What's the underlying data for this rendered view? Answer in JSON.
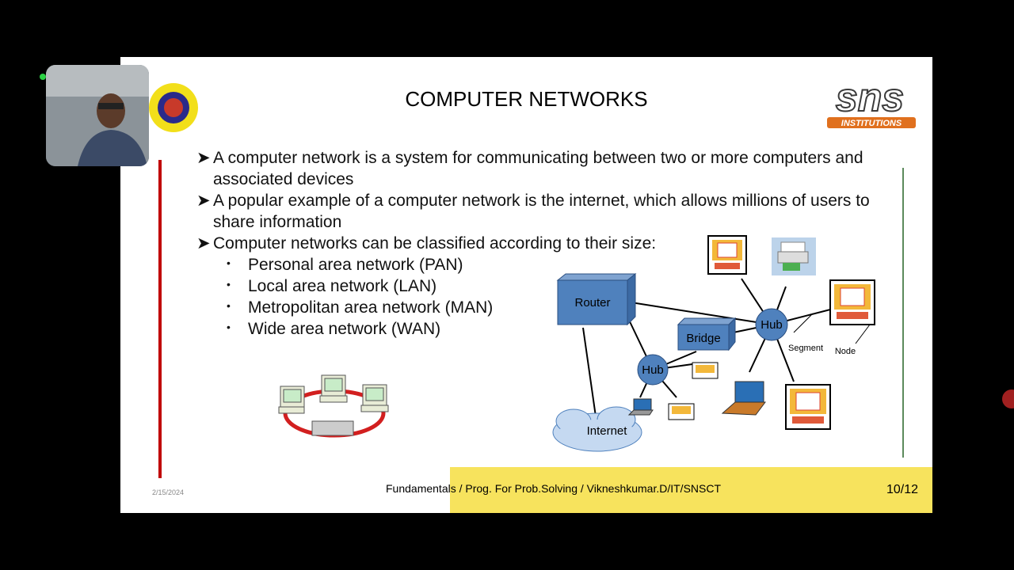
{
  "slide": {
    "title": "COMPUTER NETWORKS",
    "bullets": [
      "A computer network is a system for communicating between two or more computers and associated devices",
      "A popular example of a computer network is the internet, which allows millions of users to share information",
      "Computer networks can be classified according to their size:"
    ],
    "sub_bullets": [
      "Personal area network (PAN)",
      "Local area network (LAN)",
      "Metropolitan area network (MAN)",
      "Wide area network (WAN)"
    ],
    "diagram_labels": {
      "router": "Router",
      "bridge": "Bridge",
      "hub1": "Hub",
      "hub2": "Hub",
      "internet": "Internet",
      "segment": "Segment",
      "node": "Node"
    },
    "footer": "Fundamentals / Prog. For Prob.Solving / Vikneshkumar.D/IT/SNSCT",
    "page": "10/12",
    "date": "2/15/2024",
    "logo_text": "sns",
    "logo_sub": "INSTITUTIONS"
  },
  "colors": {
    "footer_bar": "#f7e35d",
    "red_bar": "#c00000",
    "green_bar": "#5c8a5c",
    "device_blue": "#4f81bd"
  }
}
